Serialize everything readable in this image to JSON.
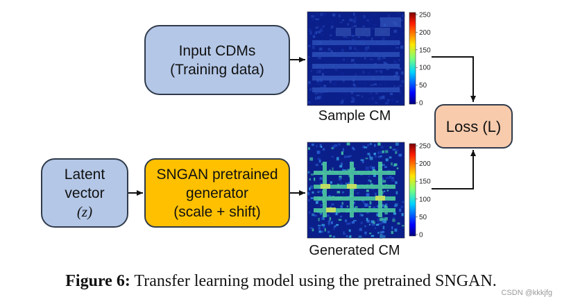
{
  "boxes": {
    "input": {
      "line1": "Input CDMs",
      "line2": "(Training data)"
    },
    "latent": {
      "line1": "Latent",
      "line2": "vector",
      "line3": "(z)"
    },
    "generator": {
      "line1": "SNGAN pretrained",
      "line2": "generator",
      "line3": "(scale + shift)"
    },
    "loss": {
      "label": "Loss (L)"
    }
  },
  "images": {
    "sample": {
      "label": "Sample CM"
    },
    "generated": {
      "label": "Generated CM"
    }
  },
  "colorbar": {
    "ticks": [
      "250",
      "200",
      "150",
      "100",
      "50",
      "0"
    ],
    "min": 0,
    "max": 250
  },
  "caption": {
    "prefix": "Figure 6:",
    "text": " Transfer learning model using the pretrained SNGAN."
  },
  "watermark": "CSDN @kkkjfg",
  "colors": {
    "blue_box": "#b4c7e7",
    "gold_box": "#ffc000",
    "loss_box": "#f8cbad",
    "heatmap_background": "#0b1f8a"
  }
}
